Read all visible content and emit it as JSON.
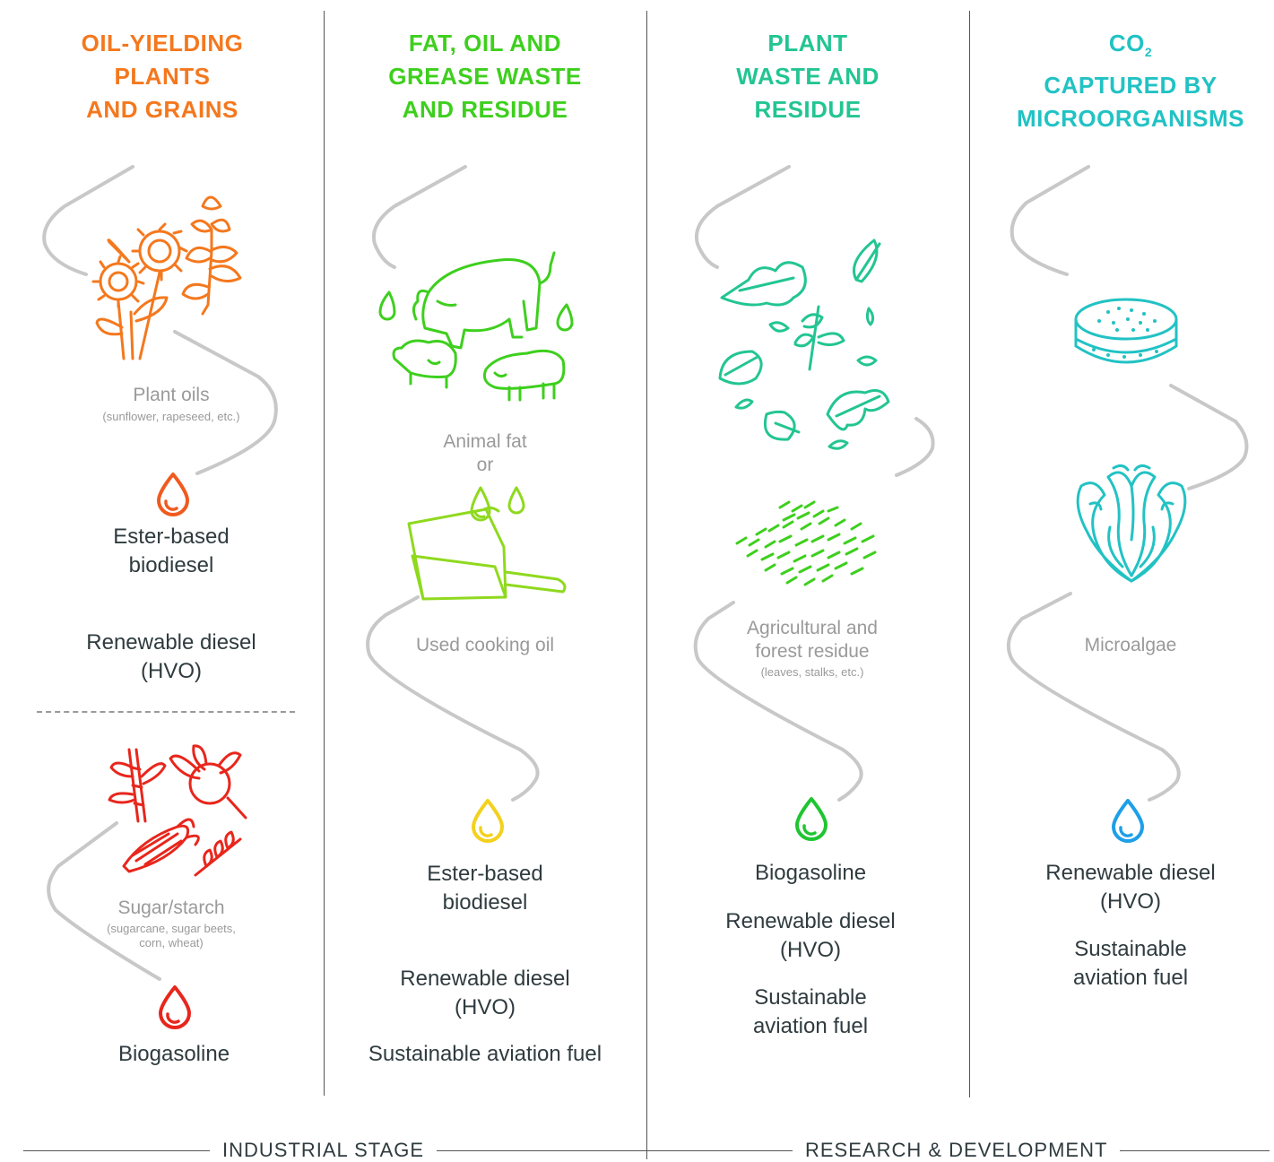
{
  "columns": [
    {
      "title_lines": [
        "OIL-YIELDING",
        "PLANTS",
        "AND GRAINS"
      ],
      "color": "#f4781e",
      "sources": [
        {
          "label": "Plant oils",
          "detail": "(sunflower, rapeseed, etc.)",
          "drop_color": "#f05a1e"
        },
        {
          "label": "Sugar/starch",
          "detail_lines": [
            "(sugarcane, sugar beets,",
            "corn, wheat)"
          ],
          "drop_color": "#e8261c"
        }
      ],
      "products_a": [
        {
          "lines": [
            "Ester-based",
            "biodiesel"
          ]
        },
        {
          "lines": [
            "Renewable diesel",
            "(HVO)"
          ]
        }
      ],
      "products_b": [
        {
          "lines": [
            "Biogasoline"
          ]
        }
      ]
    },
    {
      "title_lines": [
        "FAT, OIL AND",
        "GREASE WASTE",
        "AND RESIDUE"
      ],
      "color": "#3ecf1e",
      "sources": [
        {
          "label_lines": [
            "Animal fat",
            "or"
          ]
        },
        {
          "label": "Used cooking oil",
          "drop_color": "#f3d11c"
        }
      ],
      "products": [
        {
          "lines": [
            "Ester-based",
            "biodiesel"
          ]
        },
        {
          "lines": [
            "Renewable diesel",
            "(HVO)"
          ]
        },
        {
          "lines": [
            "Sustainable aviation fuel"
          ]
        }
      ]
    },
    {
      "title_lines": [
        "PLANT",
        "WASTE AND",
        "RESIDUE"
      ],
      "color": "#23c592",
      "sources": [
        {
          "label_lines": [
            "Agricultural and",
            "forest residue"
          ],
          "detail": "(leaves, stalks, etc.)",
          "drop_color": "#1fc531"
        }
      ],
      "products": [
        {
          "lines": [
            "Biogasoline"
          ]
        },
        {
          "lines": [
            "Renewable diesel",
            "(HVO)"
          ]
        },
        {
          "lines": [
            "Sustainable",
            "aviation fuel"
          ]
        }
      ]
    },
    {
      "title_main": "CO",
      "title_sub": "2",
      "title_lines": [
        "CAPTURED BY",
        "MICROORGANISMS"
      ],
      "color": "#22c2c4",
      "sources": [
        {
          "label": "Microalgae",
          "drop_color": "#1e9fe8"
        }
      ],
      "products": [
        {
          "lines": [
            "Renewable diesel",
            "(HVO)"
          ]
        },
        {
          "lines": [
            "Sustainable",
            "aviation fuel"
          ]
        }
      ]
    }
  ],
  "footer": {
    "industrial": "INDUSTRIAL STAGE",
    "research": "RESEARCH & DEVELOPMENT"
  }
}
